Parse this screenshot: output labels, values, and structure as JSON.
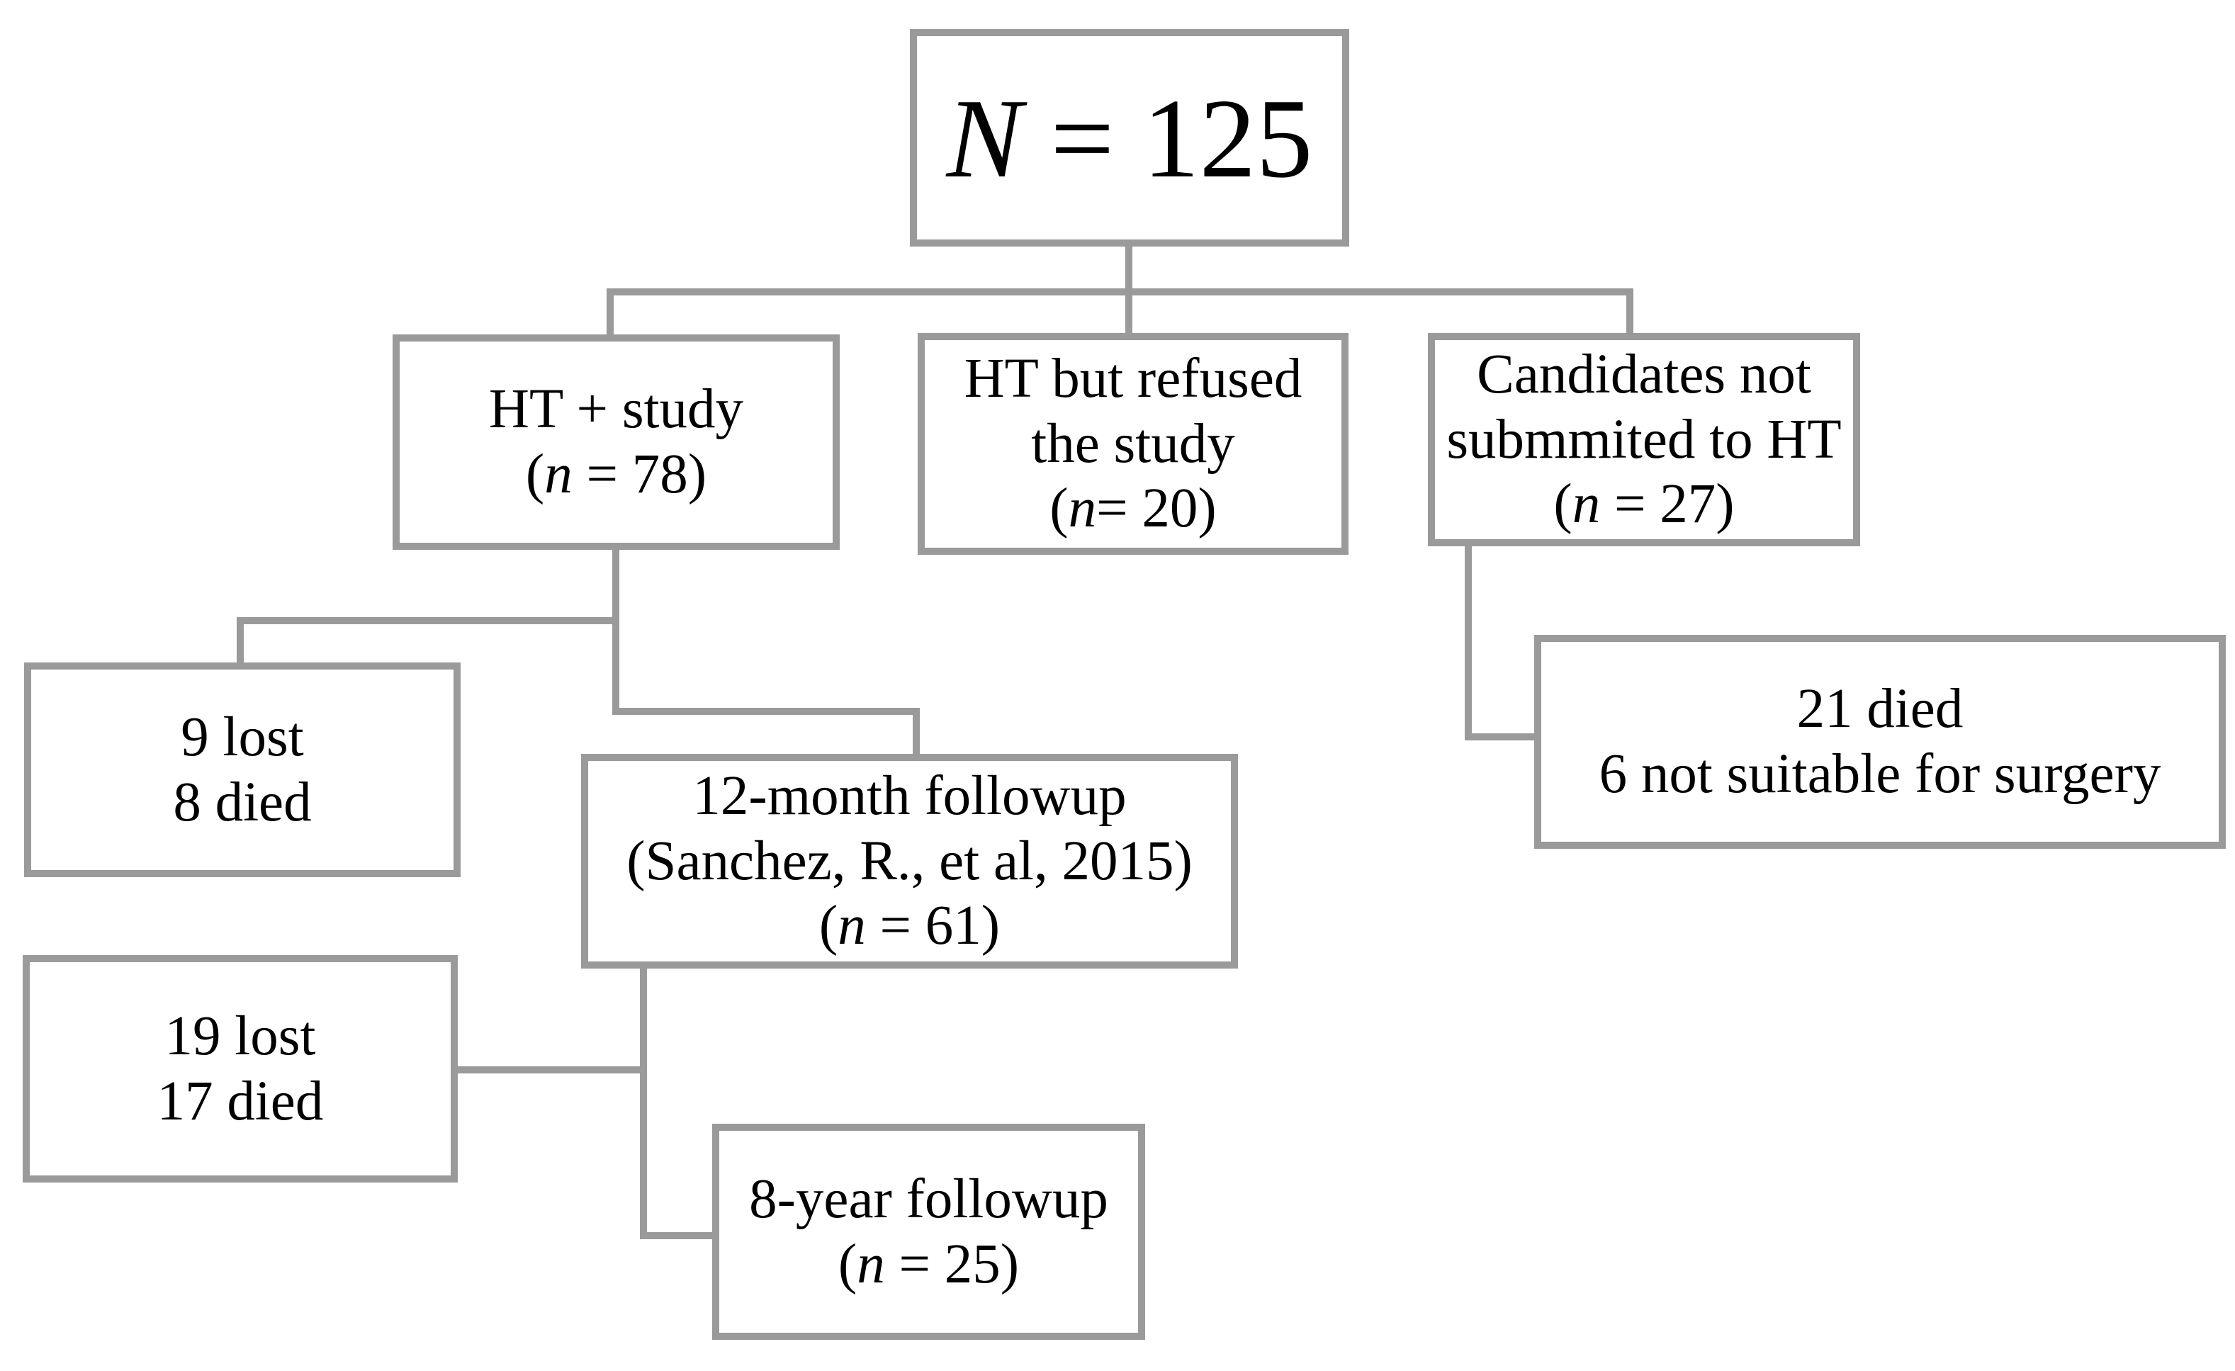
{
  "diagram": {
    "type": "flowchart",
    "colors": {
      "line_gray": "#9a9a9a",
      "text": "#000000",
      "background": "#ffffff"
    },
    "boxes": [
      {
        "id": "total",
        "lines": [
          [
            {
              "t": "N",
              "i": true
            },
            {
              "t": " = 125"
            }
          ]
        ]
      },
      {
        "id": "ht_study",
        "lines": [
          [
            {
              "t": "HT + study"
            }
          ],
          [
            {
              "t": "("
            },
            {
              "t": "n",
              "i": true
            },
            {
              "t": " = 78)"
            }
          ]
        ]
      },
      {
        "id": "ht_refused",
        "lines": [
          [
            {
              "t": "HT but refused"
            }
          ],
          [
            {
              "t": "the study"
            }
          ],
          [
            {
              "t": "("
            },
            {
              "t": "n",
              "i": true
            },
            {
              "t": "= 20)"
            }
          ]
        ]
      },
      {
        "id": "candidates",
        "lines": [
          [
            {
              "t": "Candidates not"
            }
          ],
          [
            {
              "t": "submmited to HT"
            }
          ],
          [
            {
              "t": "("
            },
            {
              "t": "n",
              "i": true
            },
            {
              "t": " = 27)"
            }
          ]
        ]
      },
      {
        "id": "lost9",
        "lines": [
          [
            {
              "t": "9 lost"
            }
          ],
          [
            {
              "t": "8 died"
            }
          ]
        ]
      },
      {
        "id": "followup12",
        "lines": [
          [
            {
              "t": "12-month followup"
            }
          ],
          [
            {
              "t": "(Sanchez, R., et al, 2015)"
            }
          ],
          [
            {
              "t": "("
            },
            {
              "t": "n",
              "i": true
            },
            {
              "t": " = 61)"
            }
          ]
        ]
      },
      {
        "id": "lost19",
        "lines": [
          [
            {
              "t": "19 lost"
            }
          ],
          [
            {
              "t": "17 died"
            }
          ]
        ]
      },
      {
        "id": "followup8",
        "lines": [
          [
            {
              "t": "8-year followup"
            }
          ],
          [
            {
              "t": "("
            },
            {
              "t": "n",
              "i": true
            },
            {
              "t": " = 25)"
            }
          ]
        ]
      },
      {
        "id": "died21",
        "lines": [
          [
            {
              "t": "21 died"
            }
          ],
          [
            {
              "t": "6 not suitable for surgery"
            }
          ]
        ]
      }
    ]
  }
}
